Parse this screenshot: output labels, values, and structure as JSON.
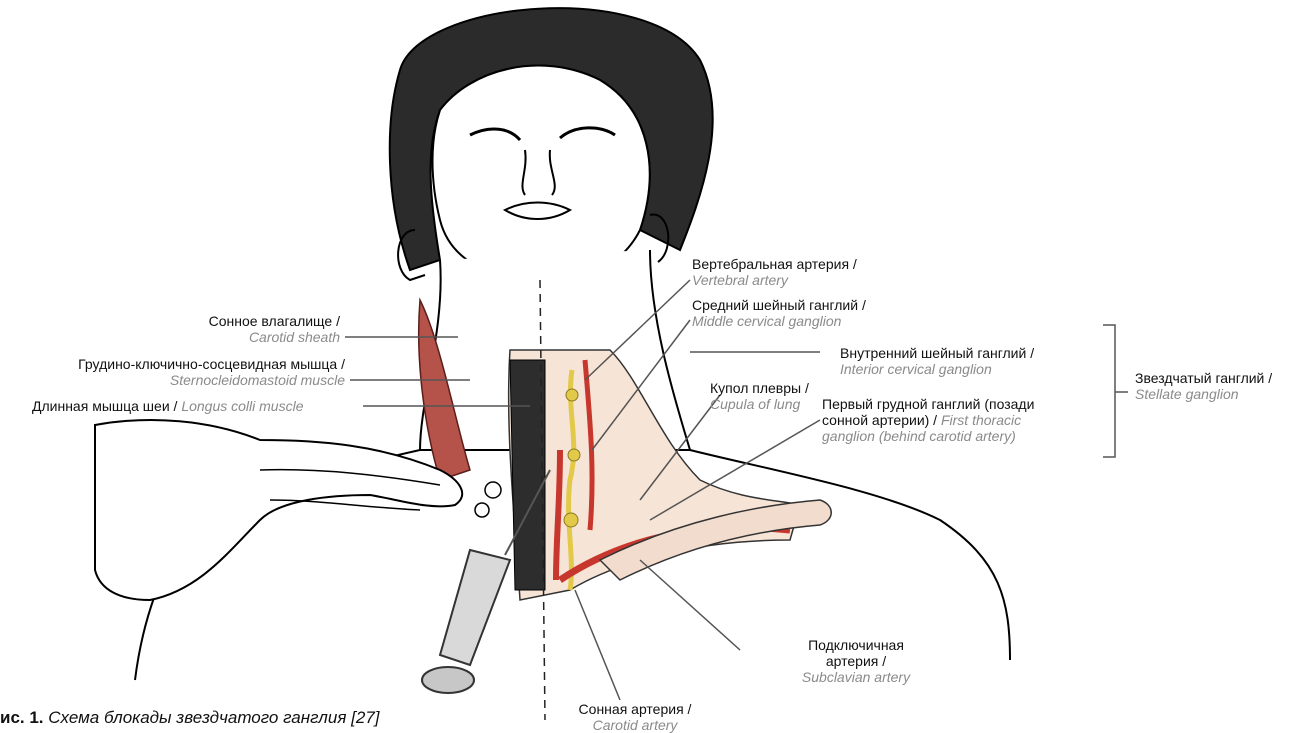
{
  "labels": {
    "vertebral": {
      "ru": "Вертебральная артерия /",
      "en": "Vertebral artery"
    },
    "middle_cervical": {
      "ru": "Средний шейный ганглий /",
      "en": "Middle cervical ganglion"
    },
    "carotid_sheath": {
      "ru": "Сонное влагалище /",
      "en": "Carotid sheath"
    },
    "scm": {
      "ru": "Грудино-ключично-сосцевидная мышца /",
      "en": "Sternocleidomastoid muscle"
    },
    "longus_colli": {
      "ru": "Длинная мышца шеи /",
      "en": "Longus colli muscle"
    },
    "interior_cervical": {
      "ru": "Внутренний шейный ганглий /",
      "en": "Interior cervical ganglion"
    },
    "cupula": {
      "ru": "Купол плевры /",
      "en": "Cupula of lung"
    },
    "first_thoracic": {
      "ru1": "Первый грудной ганглий (позади",
      "ru2": "сонной артерии) /",
      "en2": "First thoracic",
      "en3": "ganglion (behind carotid artery)"
    },
    "stellate": {
      "ru": "Звездчатый ганглий /",
      "en": "Stellate ganglion"
    },
    "subclavian": {
      "ru1": "Подключичная",
      "ru2": "артерия /",
      "en": "Subclavian artery"
    },
    "carotid_artery": {
      "ru": "Сонная артерия /",
      "en": "Carotid artery"
    }
  },
  "caption": {
    "figure": "ис. 1.",
    "text": "Схема блокады звездчатого ганглия [27]"
  },
  "colors": {
    "muscle": "#b5524a",
    "skin": "#f6e4d6",
    "nerve": "#e3c94a",
    "artery": "#c8372d",
    "leader": "#555555"
  }
}
